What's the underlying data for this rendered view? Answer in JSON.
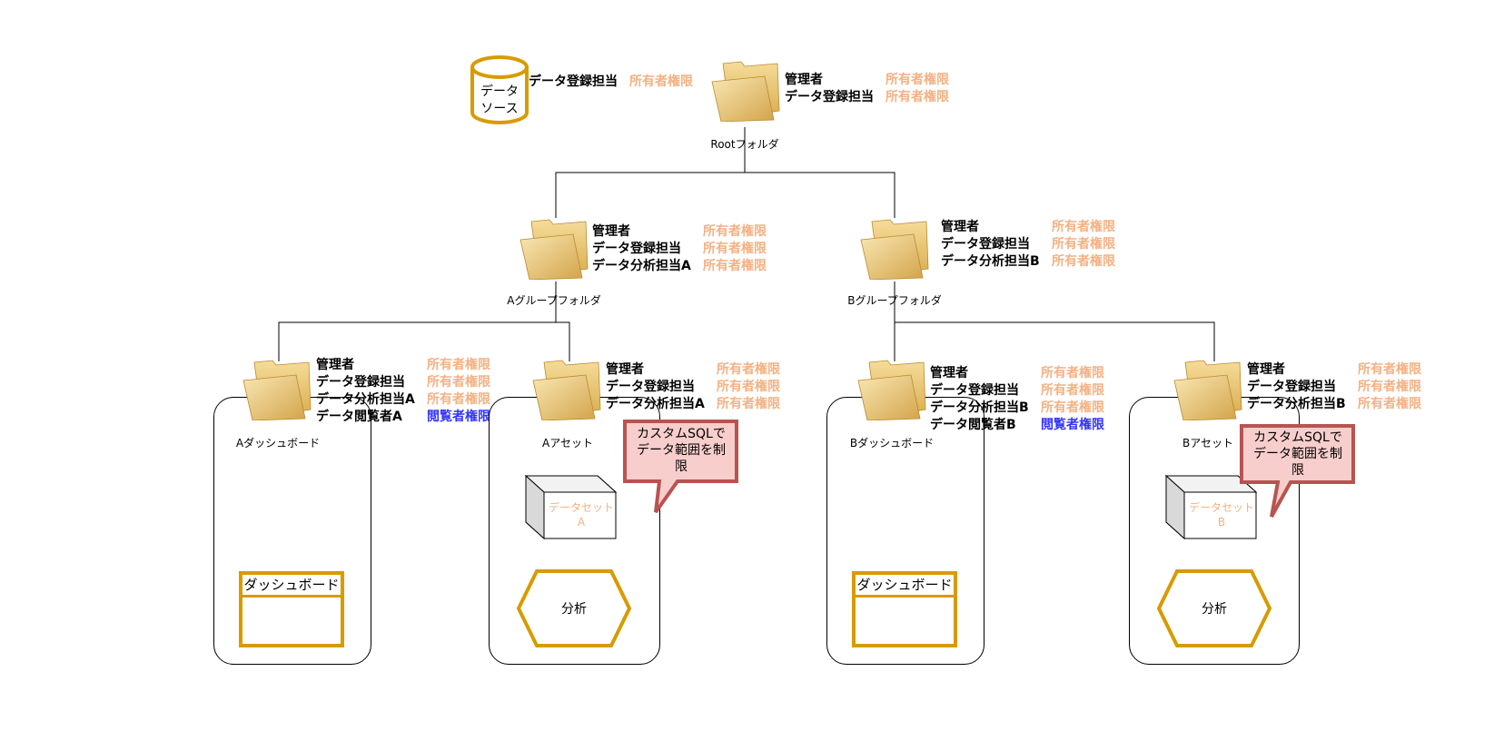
{
  "colors": {
    "owner": "#f4b183",
    "viewer": "#3333ff",
    "accent": "#d79b00",
    "callout_fill": "#f8cecc",
    "callout_border": "#b85450"
  },
  "datasource": {
    "label_line1": "データ",
    "label_line2": "ソース",
    "role": "データ登録担当",
    "perm": "所有者権限"
  },
  "root": {
    "label": "Rootフォルダ",
    "roles": [
      "管理者",
      "データ登録担当"
    ],
    "perms": [
      "所有者権限",
      "所有者権限"
    ]
  },
  "group_a": {
    "label": "Aグループフォルダ",
    "roles": [
      "管理者",
      "データ登録担当",
      "データ分析担当A"
    ],
    "perms": [
      "所有者権限",
      "所有者権限",
      "所有者権限"
    ]
  },
  "group_b": {
    "label": "Bグループフォルダ",
    "roles": [
      "管理者",
      "データ登録担当",
      "データ分析担当B"
    ],
    "perms": [
      "所有者権限",
      "所有者権限",
      "所有者権限"
    ]
  },
  "a_dashboard": {
    "label": "Aダッシュボード",
    "roles": [
      "管理者",
      "データ登録担当",
      "データ分析担当A",
      "データ閲覧者A"
    ],
    "perms": [
      "所有者権限",
      "所有者権限",
      "所有者権限",
      "閲覧者権限"
    ],
    "box_title": "ダッシュボード"
  },
  "a_asset": {
    "label": "Aアセット",
    "roles": [
      "管理者",
      "データ登録担当",
      "データ分析担当A"
    ],
    "perms": [
      "所有者権限",
      "所有者権限",
      "所有者権限"
    ],
    "dataset_line1": "データセット",
    "dataset_line2": "A",
    "analysis": "分析",
    "callout_line1": "カスタムSQLで",
    "callout_line2": "データ範囲を制",
    "callout_line3": "限"
  },
  "b_dashboard": {
    "label": "Bダッシュボード",
    "roles": [
      "管理者",
      "データ登録担当",
      "データ分析担当B",
      "データ閲覧者B"
    ],
    "perms": [
      "所有者権限",
      "所有者権限",
      "所有者権限",
      "閲覧者権限"
    ],
    "box_title": "ダッシュボード"
  },
  "b_asset": {
    "label": "Bアセット",
    "roles": [
      "管理者",
      "データ登録担当",
      "データ分析担当B"
    ],
    "perms": [
      "所有者権限",
      "所有者権限",
      "所有者権限"
    ],
    "dataset_line1": "データセット",
    "dataset_line2": "B",
    "analysis": "分析",
    "callout_line1": "カスタムSQLで",
    "callout_line2": "データ範囲を制",
    "callout_line3": "限"
  }
}
